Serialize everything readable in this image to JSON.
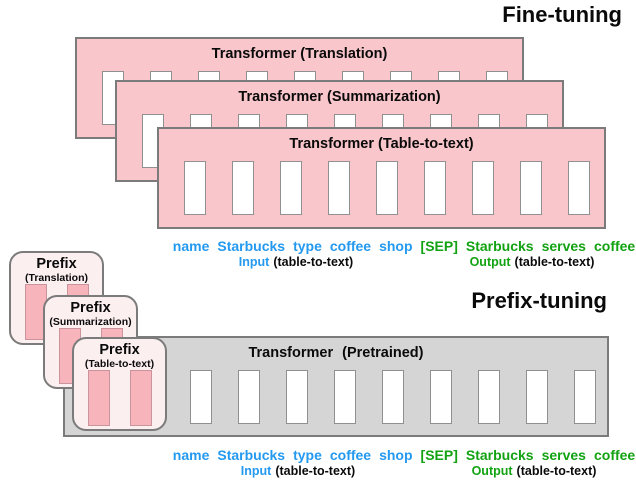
{
  "colors": {
    "box_pink": "#F9C6CB",
    "box_border": "#7B7B7B",
    "slot_border": "#909090",
    "gray_fill": "#D5D5D5",
    "prefix_fill": "#FCEFF0",
    "prefix_rect": "#F8B4BB",
    "prefix_rect_border": "#C9949C",
    "input_blue": "#2499F0",
    "output_green": "#12A212"
  },
  "fine_tuning": {
    "title": "Fine-tuning",
    "boxes": [
      {
        "name": "Transformer",
        "task": "(Translation)"
      },
      {
        "name": "Transformer",
        "task": "(Summarization)"
      },
      {
        "name": "Transformer",
        "task": "(Table-to-text)"
      }
    ],
    "slot_count": 9
  },
  "prefix_tuning": {
    "title": "Prefix-tuning",
    "prefixes": [
      {
        "name": "Prefix",
        "task": "(Translation)"
      },
      {
        "name": "Prefix",
        "task": "(Summarization)"
      },
      {
        "name": "Prefix",
        "task": "(Table-to-text)"
      }
    ],
    "prefix_rect_count": 2,
    "transformer": {
      "name": "Transformer",
      "task": "(Pretrained)"
    },
    "slot_count": 9
  },
  "io": {
    "input_tokens": [
      "name",
      "Starbucks",
      "type",
      "coffee",
      "shop"
    ],
    "output_tokens": [
      "[SEP]",
      "Starbucks",
      "serves",
      "coffee"
    ],
    "input_label": "Input",
    "input_note": "(table-to-text)",
    "output_label": "Output",
    "output_note": "(table-to-text)"
  }
}
